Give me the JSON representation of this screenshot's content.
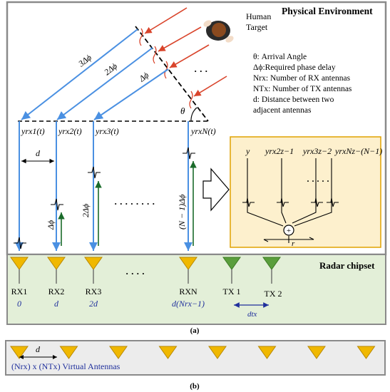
{
  "panel_a": {
    "title": "Physical Environment",
    "target_label_line1": "Human",
    "target_label_line2": "Target",
    "legend": [
      "θ: Arrival Angle",
      "Δϕ:Required phase delay",
      "Nrx: Number of RX antennas",
      "NTx: Number of TX antennas",
      "d: Distance between two",
      "adjacent antennas"
    ],
    "path_labels": [
      "3Δϕ",
      "2Δϕ",
      "Δϕ"
    ],
    "angle_label": "θ",
    "dots": "· · ·",
    "signals": [
      "yrx1(t)",
      "yrx2(t)",
      "yrx3(t)",
      "yrxN(t)"
    ],
    "spacing_label": "d",
    "delay_labels": [
      "Δϕ",
      "2Δϕ",
      "(N − 1)Δϕ"
    ],
    "middle_dots": "· · · · · · · ·",
    "combiner": {
      "inputs": [
        "y",
        "yrx2z−1",
        "yrx3z−2",
        "yrxNz−(N−1)"
      ],
      "dots": "· · · · ·",
      "sum_symbol": "+",
      "output": "r"
    },
    "chipset_title": "Radar chipset",
    "chip_dots": "· · · ·",
    "antennas": [
      {
        "name": "RX1",
        "position": "0",
        "type": "rx"
      },
      {
        "name": "RX2",
        "position": "d",
        "type": "rx"
      },
      {
        "name": "RX3",
        "position": "2d",
        "type": "rx"
      },
      {
        "name": "RXN",
        "position": "d(Nrx−1)",
        "type": "rx"
      },
      {
        "name": "TX 1",
        "position": "",
        "type": "tx"
      },
      {
        "name": "TX 2",
        "position": "",
        "type": "tx"
      }
    ],
    "tx_spacing_label": "dtx",
    "caption": "(a)"
  },
  "panel_b": {
    "spacing_label": "d",
    "label": "(Nrx) x (NTx) Virtual Antennas",
    "antenna_count": 8,
    "caption": "(b)"
  },
  "colors": {
    "blue_line": "#4a90e2",
    "red_arrow": "#d9442b",
    "rx_antenna": "#f0b800",
    "tx_antenna": "#5a9e3c",
    "chip_bg": "#e3efd8",
    "combiner_bg": "#fdf0cd",
    "label_blue": "#1f2f9c"
  }
}
